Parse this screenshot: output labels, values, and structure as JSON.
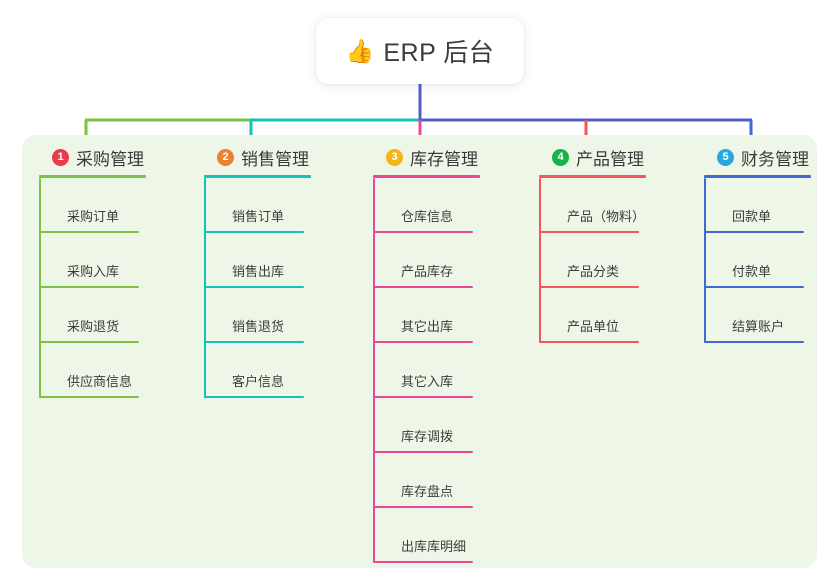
{
  "root": {
    "icon": "thumbs-up-icon",
    "icon_glyph": "👍",
    "title": "ERP 后台"
  },
  "theme": {
    "panel_bg": "#eef7e7",
    "page_bg": "#ffffff",
    "root_line": "#4f5fc4",
    "text": "#3a3a3a"
  },
  "columns": [
    {
      "index": "1",
      "title": "采购管理",
      "badge_color": "#ea3b4c",
      "line_color": "#7dc242",
      "items": [
        {
          "label": "采购订单"
        },
        {
          "label": "采购入库"
        },
        {
          "label": "采购退货"
        },
        {
          "label": "供应商信息"
        }
      ]
    },
    {
      "index": "2",
      "title": "销售管理",
      "badge_color": "#f08030",
      "line_color": "#13c2b8",
      "items": [
        {
          "label": "销售订单"
        },
        {
          "label": "销售出库"
        },
        {
          "label": "销售退货"
        },
        {
          "label": "客户信息"
        }
      ]
    },
    {
      "index": "3",
      "title": "库存管理",
      "badge_color": "#f5b417",
      "line_color": "#ec4899",
      "items": [
        {
          "label": "仓库信息"
        },
        {
          "label": "产品库存"
        },
        {
          "label": "其它出库"
        },
        {
          "label": "其它入库"
        },
        {
          "label": "库存调拨"
        },
        {
          "label": "库存盘点"
        },
        {
          "label": "出库库明细"
        }
      ]
    },
    {
      "index": "4",
      "title": "产品管理",
      "badge_color": "#17b24a",
      "line_color": "#f4565a",
      "items": [
        {
          "label": "产品（物料）"
        },
        {
          "label": "产品分类"
        },
        {
          "label": "产品单位"
        }
      ]
    },
    {
      "index": "5",
      "title": "财务管理",
      "badge_color": "#29a8e0",
      "line_color": "#4169d6",
      "items": [
        {
          "label": "回款单"
        },
        {
          "label": "付款单"
        },
        {
          "label": "结算账户"
        }
      ]
    }
  ]
}
